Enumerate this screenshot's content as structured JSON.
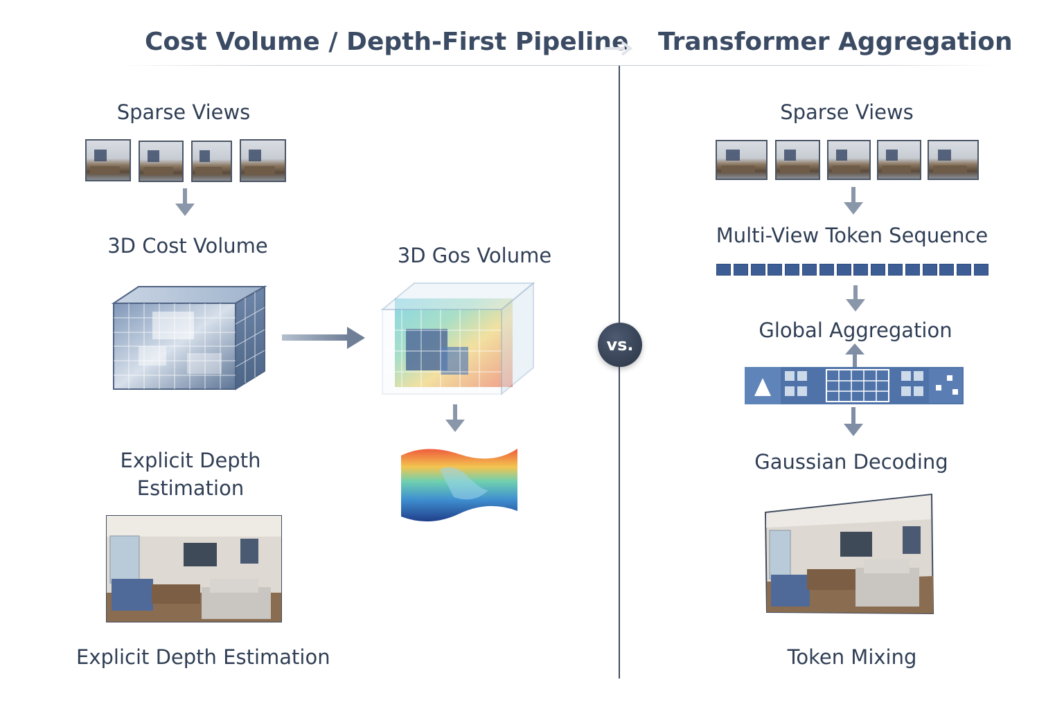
{
  "header": {
    "left_title": "Cost Volume / Depth-First Pipeline",
    "right_title": "Transformer Aggregation"
  },
  "left": {
    "sparse_views": "Sparse Views",
    "cost_volume": "3D Cost Volume",
    "gos_volume": "3D Gos Volume",
    "explicit_depth_line1": "Explicit Depth",
    "explicit_depth_line2": "Estimation",
    "bottom_caption": "Explicit Depth Estimation"
  },
  "center": {
    "vs": "vs."
  },
  "right": {
    "sparse_views": "Sparse Views",
    "token_sequence": "Multi-View Token Sequence",
    "global_aggregation": "Global Aggregation",
    "gaussian_decoding": "Gaussian Decoding",
    "bottom_caption": "Token Mixing"
  },
  "colors": {
    "title": "#3b4b63",
    "text": "#2f3e55",
    "token": "#3d5d95",
    "divider": "#3f4c5f",
    "arrow": "#8a97aa"
  },
  "icons": [
    "arrow-down-icon",
    "arrow-right-icon",
    "arrow-up-icon"
  ]
}
